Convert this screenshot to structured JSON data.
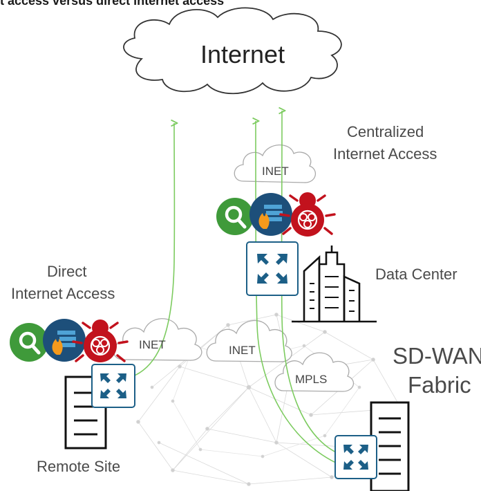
{
  "title": "t access versus direct internet access",
  "labels": {
    "internet": "Internet",
    "centralized_line1": "Centralized",
    "centralized_line2": "Internet Access",
    "direct_line1": "Direct",
    "direct_line2": "Internet Access",
    "data_center": "Data Center",
    "remote_site": "Remote Site",
    "sdwan_line1": "SD-WAN",
    "sdwan_line2": "Fabric"
  },
  "clouds": {
    "inet_datacenter": "INET",
    "inet_remote": "INET",
    "inet_middle": "INET",
    "mpls": "MPLS"
  },
  "icons": [
    "search-icon",
    "firewall-icon",
    "malware-bug-icon",
    "router-icon",
    "data-center-building-icon",
    "branch-server-icon"
  ],
  "colors": {
    "path_green": "#7ccb5f",
    "search_green": "#3f9a3a",
    "firewall_blue": "#1d4f7a",
    "bug_red": "#c2121d",
    "router_blue": "#1c5f87"
  }
}
